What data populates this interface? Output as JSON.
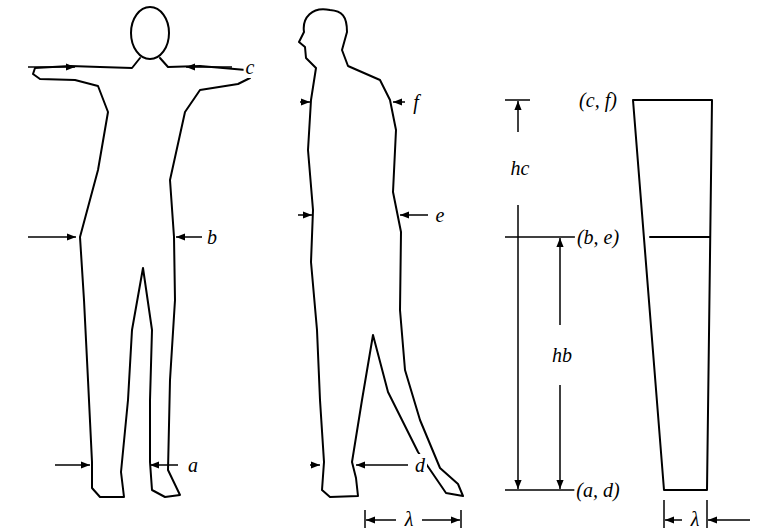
{
  "diagram": {
    "labels": [
      "c",
      "b",
      "a",
      "f",
      "e",
      "d",
      "λ",
      "hc",
      "(c, f)",
      "(b, e)",
      "hb",
      "(a, d)",
      "λ"
    ]
  }
}
